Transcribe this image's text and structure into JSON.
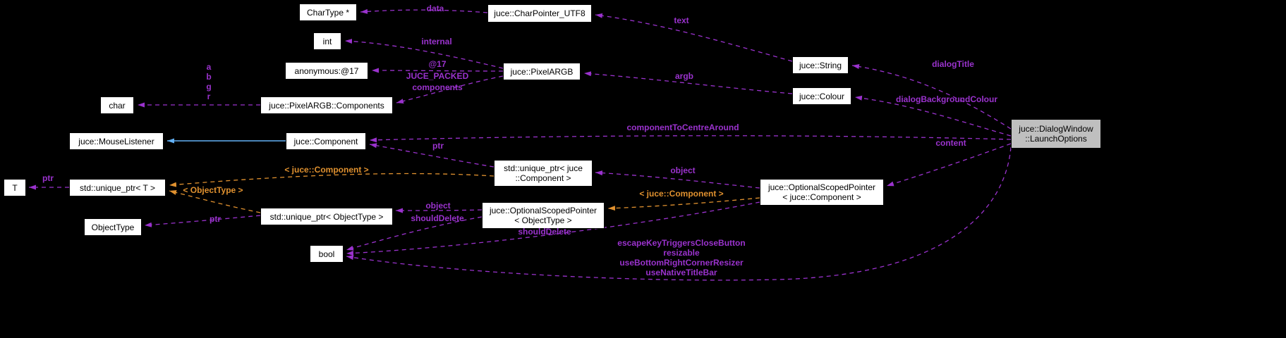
{
  "diagram": {
    "colors": {
      "background": "#000000",
      "node_fill": "#ffffff",
      "node_border": "#000000",
      "focus_node_fill": "#bfbfbf",
      "member_edge": "#9a32cd",
      "template_edge": "#e0912f",
      "inheritance_edge": "#63b1f5"
    },
    "nodes": {
      "char_type": {
        "label": "CharType *"
      },
      "char_pointer_utf8": {
        "label": "juce::CharPointer_UTF8"
      },
      "int": {
        "label": "int"
      },
      "anonymous17": {
        "label": "anonymous:@17"
      },
      "pixel_argb": {
        "label": "juce::PixelARGB"
      },
      "string": {
        "label": "juce::String"
      },
      "colour": {
        "label": "juce::Colour"
      },
      "char": {
        "label": "char"
      },
      "pixel_argb_components": {
        "label": "juce::PixelARGB::Components"
      },
      "mouse_listener": {
        "label": "juce::MouseListener"
      },
      "component": {
        "label": "juce::Component"
      },
      "launch_options": {
        "line1": "juce::DialogWindow",
        "line2": "::LaunchOptions"
      },
      "unique_ptr_component": {
        "line1": "std::unique_ptr< juce",
        "line2": "::Component >"
      },
      "t": {
        "label": "T"
      },
      "unique_ptr_t": {
        "label": "std::unique_ptr< T >"
      },
      "osp_component": {
        "line1": "juce::OptionalScopedPointer",
        "line2": "< juce::Component >"
      },
      "unique_ptr_object_type": {
        "label": "std::unique_ptr< ObjectType >"
      },
      "osp_object_type": {
        "line1": "juce::OptionalScopedPointer",
        "line2": "< ObjectType >"
      },
      "object_type": {
        "label": "ObjectType"
      },
      "bool": {
        "label": "bool"
      }
    },
    "edge_labels": {
      "data": "data",
      "text": "text",
      "internal": "internal",
      "at17": "@17",
      "juce_packed": "JUCE_PACKED",
      "components": "components",
      "a": "a",
      "b": "b",
      "g": "g",
      "r": "r",
      "dialog_title": "dialogTitle",
      "argb": "argb",
      "dialog_background_colour": "dialogBackgroundColour",
      "component_to_centre_around": "componentToCentreAround",
      "content": "content",
      "ptr": "ptr",
      "template_component": "< juce::Component >",
      "object": "object",
      "template_object_type": "< ObjectType >",
      "should_delete": "shouldDelete",
      "bool_members": [
        "escapeKeyTriggersCloseButton",
        "resizable",
        "useBottomRightCornerResizer",
        "useNativeTitleBar"
      ]
    }
  }
}
